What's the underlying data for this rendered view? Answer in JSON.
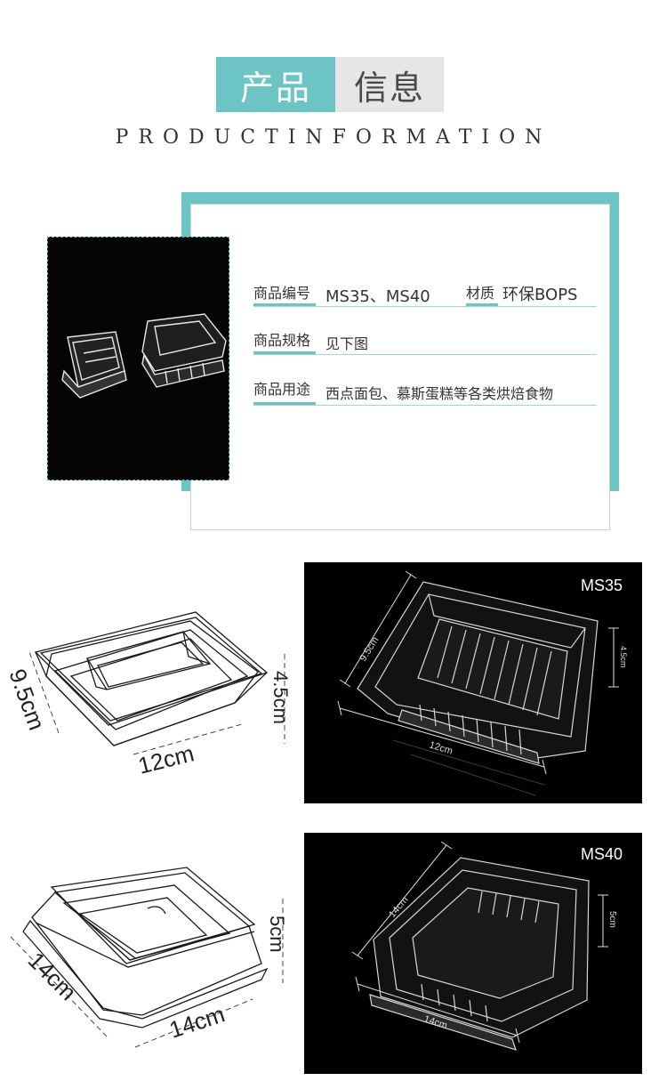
{
  "header": {
    "title_part1": "产品",
    "title_part2": "信息",
    "subtitle": "PRODUCTINFORMATION"
  },
  "info": {
    "code_label": "商品编号",
    "code_value": "MS35、MS40",
    "material_label": "材质",
    "material_value": "环保BOPS",
    "spec_label": "商品规格",
    "spec_value": "见下图",
    "usage_label": "商品用途",
    "usage_value": "西点面包、慕斯蛋糕等各类烘焙食物"
  },
  "product1": {
    "model": "MS35",
    "width": "12cm",
    "depth": "9.5cm",
    "height": "4.5cm",
    "photo_width": "12cm",
    "photo_depth": "9.5cm",
    "photo_height": "4.5cm"
  },
  "product2": {
    "model": "MS40",
    "width": "14cm",
    "depth": "14cm",
    "height": "5cm",
    "photo_width": "14cm",
    "photo_depth": "14cm",
    "photo_height": "5cm"
  },
  "colors": {
    "accent": "#6cc4c4",
    "grey": "#e6e6e6"
  }
}
